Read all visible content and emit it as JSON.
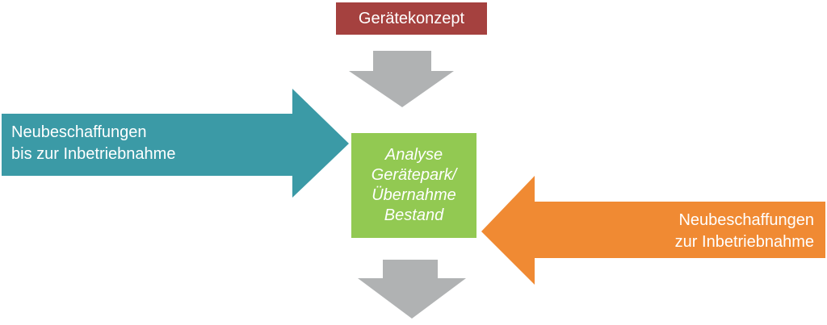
{
  "top_box": {
    "label": "Gerätekonzept",
    "color": "#a5413f"
  },
  "center_box": {
    "lines": [
      "Analyse",
      "Gerätepark/",
      "Übernahme",
      "Bestand"
    ],
    "color": "#92c952"
  },
  "left_arrow": {
    "lines": [
      "Neubeschaffungen",
      "bis zur Inbetriebnahme"
    ],
    "color": "#3b9aa6"
  },
  "right_arrow": {
    "lines": [
      "Neubeschaffungen",
      "zur Inbetriebnahme"
    ],
    "color": "#f08a33"
  },
  "gray_arrow_color": "#b0b2b3"
}
